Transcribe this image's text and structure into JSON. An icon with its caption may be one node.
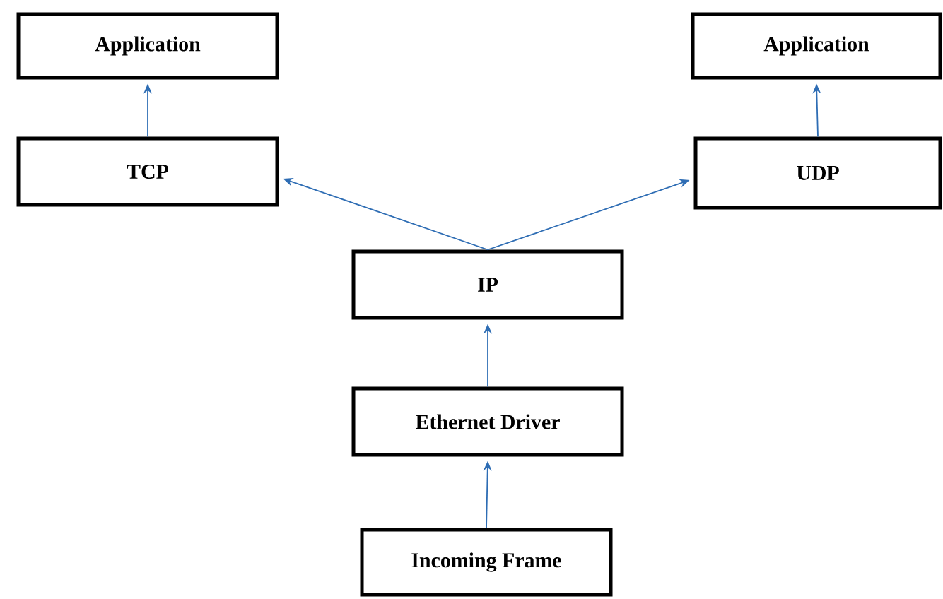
{
  "diagram": {
    "nodes": [
      {
        "text": [
          "Application"
        ]
      },
      {
        "text": [
          "Application"
        ]
      },
      {
        "text": [
          "TCP"
        ]
      },
      {
        "text": [
          "UDP"
        ]
      },
      {
        "text": [
          "IP"
        ]
      },
      {
        "text": [
          "Ethernet Driver"
        ]
      },
      {
        "text": [
          "Incoming Frame"
        ]
      }
    ],
    "edges": [
      {
        "from": 2,
        "to": 0,
        "arrow": "to"
      },
      {
        "from": 3,
        "to": 1,
        "arrow": "to"
      },
      {
        "from": 4,
        "to": 2,
        "arrow": "to"
      },
      {
        "from": 4,
        "to": 3,
        "arrow": "to"
      },
      {
        "from": 5,
        "to": 4,
        "arrow": "to"
      },
      {
        "from": 6,
        "to": 5,
        "arrow": "to"
      }
    ]
  }
}
